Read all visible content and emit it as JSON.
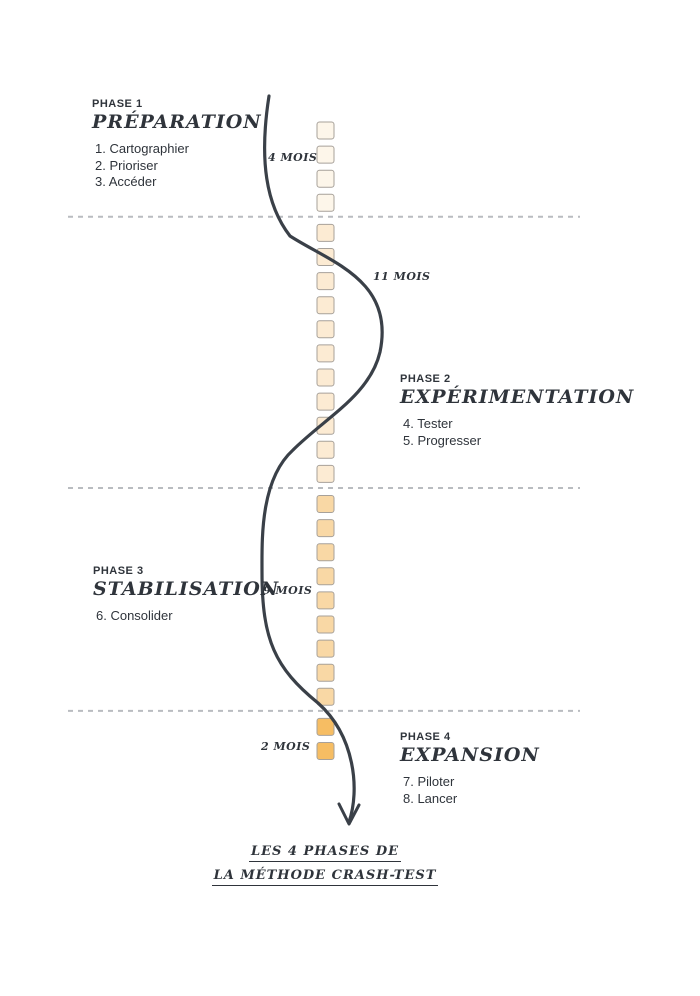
{
  "phases": [
    {
      "label": "PHASE 1",
      "title": "Préparation",
      "steps": [
        "1. Cartographier",
        "2. Prioriser",
        "3. Accéder"
      ]
    },
    {
      "label": "PHASE 2",
      "title": "Expérimentation",
      "steps": [
        "4. Tester",
        "5. Progresser"
      ]
    },
    {
      "label": "PHASE 3",
      "title": "Stabilisation",
      "steps": [
        "6. Consolider"
      ]
    },
    {
      "label": "PHASE 4",
      "title": "Expansion",
      "steps": [
        "7. Piloter",
        "8. Lancer"
      ]
    }
  ],
  "durations": [
    "4 MOIS",
    "11 MOIS",
    "9 MOIS",
    "2 MOIS"
  ],
  "months_per_phase": [
    4,
    11,
    9,
    2
  ],
  "caption": {
    "line1": "Les 4 phases de",
    "line2": "la méthode crash-test"
  },
  "colors": {
    "ink": "#3a4048",
    "divider": "#b9bcc0",
    "square_border": "#a7a19a",
    "phase_fills": [
      "#fdf6ea",
      "#fcebd3",
      "#f9d8a5",
      "#f6bd63"
    ]
  }
}
